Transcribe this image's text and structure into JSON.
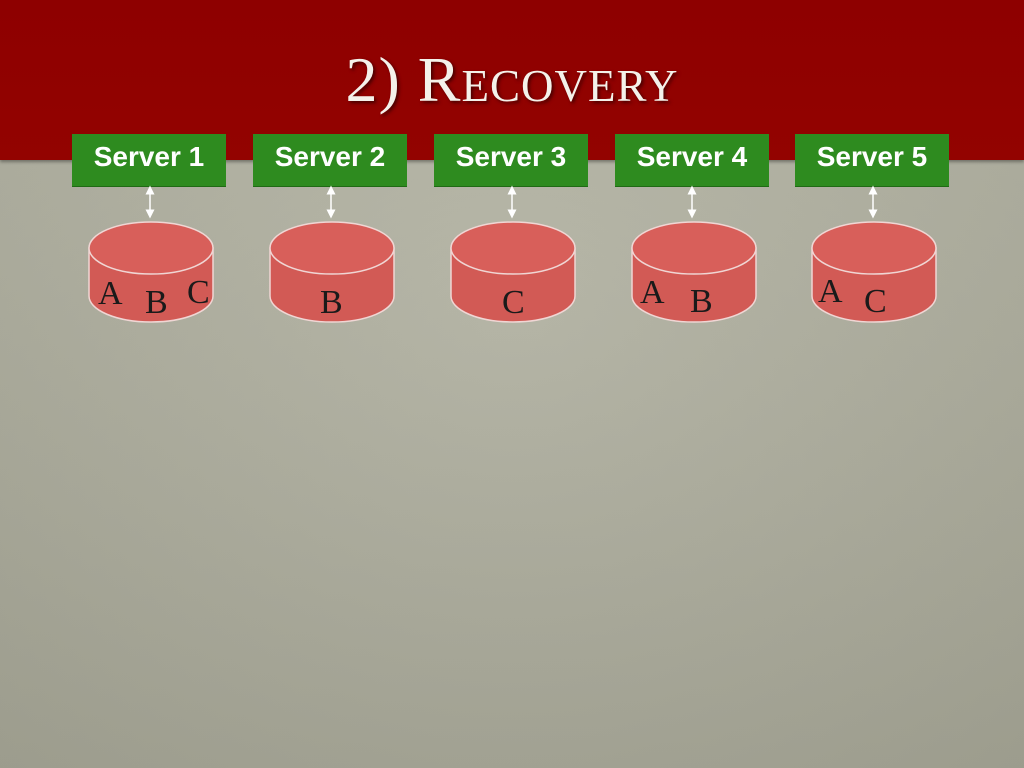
{
  "slide": {
    "title": "2) Recovery"
  },
  "servers": [
    {
      "label": "Server 1",
      "replicas": [
        "A",
        "B",
        "C"
      ]
    },
    {
      "label": "Server 2",
      "replicas": [
        "B"
      ]
    },
    {
      "label": "Server 3",
      "replicas": [
        "C"
      ]
    },
    {
      "label": "Server 4",
      "replicas": [
        "A",
        "B"
      ]
    },
    {
      "label": "Server 5",
      "replicas": [
        "A",
        "C"
      ]
    }
  ],
  "colors": {
    "header": "#8e0000",
    "server_box": "#2e8b1f",
    "disk": "#d25a55"
  }
}
